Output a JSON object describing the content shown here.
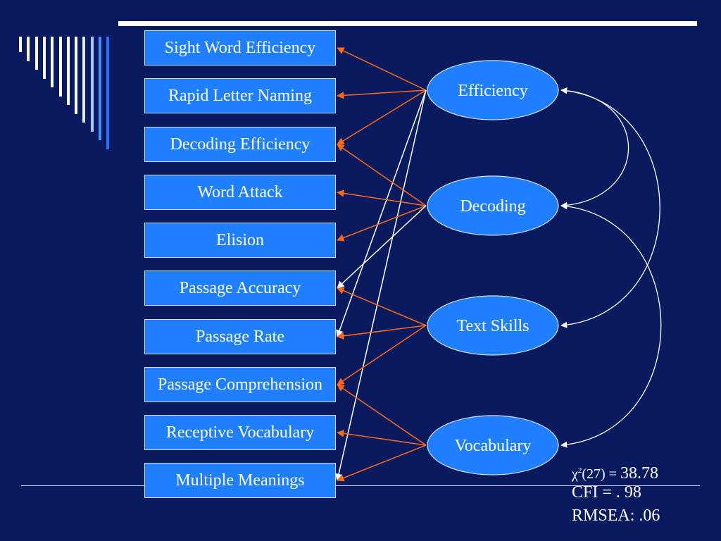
{
  "colors": {
    "background": "#0a1a5e",
    "box_fill": "#1f7fff",
    "loading_arrow": "#ff6a1a",
    "correlation_arrow": "#ffffff",
    "stripe_colors": [
      "#ffffff",
      "#fff6cc",
      "#fff6cc",
      "#ffffff",
      "#ffffff",
      "#ffffff",
      "#ffffff",
      "#ffffff",
      "#dce8ff",
      "#a8c8ff",
      "#4d8cff",
      "#2a6bff"
    ]
  },
  "indicators": [
    {
      "id": "swe",
      "label": "Sight Word Efficiency"
    },
    {
      "id": "rln",
      "label": "Rapid Letter Naming"
    },
    {
      "id": "dec_eff",
      "label": "Decoding Efficiency"
    },
    {
      "id": "wa",
      "label": "Word Attack"
    },
    {
      "id": "eli",
      "label": "Elision"
    },
    {
      "id": "pa",
      "label": "Passage Accuracy"
    },
    {
      "id": "pr",
      "label": "Passage Rate"
    },
    {
      "id": "pc",
      "label": "Passage Comprehension"
    },
    {
      "id": "rv",
      "label": "Receptive Vocabulary"
    },
    {
      "id": "mm",
      "label": "Multiple Meanings"
    }
  ],
  "factors": [
    {
      "id": "efficiency",
      "label": "Efficiency"
    },
    {
      "id": "decoding",
      "label": "Decoding"
    },
    {
      "id": "text_skills",
      "label": "Text Skills"
    },
    {
      "id": "vocabulary",
      "label": "Vocabulary"
    }
  ],
  "loadings": [
    {
      "from": "efficiency",
      "to": "swe",
      "style": "orange"
    },
    {
      "from": "efficiency",
      "to": "rln",
      "style": "orange"
    },
    {
      "from": "efficiency",
      "to": "dec_eff",
      "style": "orange"
    },
    {
      "from": "efficiency",
      "to": "pr",
      "style": "white"
    },
    {
      "from": "efficiency",
      "to": "mm",
      "style": "white"
    },
    {
      "from": "decoding",
      "to": "dec_eff",
      "style": "orange"
    },
    {
      "from": "decoding",
      "to": "wa",
      "style": "orange"
    },
    {
      "from": "decoding",
      "to": "eli",
      "style": "orange"
    },
    {
      "from": "decoding",
      "to": "pa",
      "style": "white"
    },
    {
      "from": "text_skills",
      "to": "pa",
      "style": "orange"
    },
    {
      "from": "text_skills",
      "to": "pr",
      "style": "orange"
    },
    {
      "from": "text_skills",
      "to": "pc",
      "style": "orange"
    },
    {
      "from": "vocabulary",
      "to": "pc",
      "style": "orange"
    },
    {
      "from": "vocabulary",
      "to": "rv",
      "style": "orange"
    },
    {
      "from": "vocabulary",
      "to": "mm",
      "style": "orange"
    }
  ],
  "correlations": [
    {
      "from": "efficiency",
      "to": "decoding"
    },
    {
      "from": "efficiency",
      "to": "text_skills"
    },
    {
      "from": "decoding",
      "to": "vocabulary"
    }
  ],
  "fit": {
    "chi_symbol": "χ",
    "chi_superscript": "2",
    "chi_df": "(27) = ",
    "chi_value": "38.78",
    "cfi": "CFI = . 98",
    "rmsea": "RMSEA: .06"
  }
}
